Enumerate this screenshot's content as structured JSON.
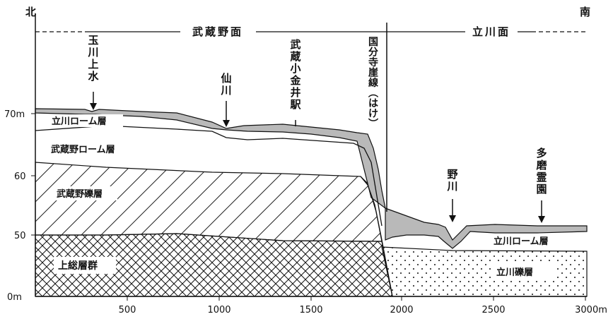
{
  "directions": {
    "north": "北",
    "south": "南"
  },
  "surfaces": {
    "musashino": "武蔵野面",
    "tachikawa": "立川面"
  },
  "scarp_label": "国分寺崖線（はけ）",
  "place_labels": {
    "tamagawa_josui": "玉川上水",
    "sengawa": "仙川",
    "musashi_koganei_station": "武蔵小金井駅",
    "nogawa": "野川",
    "tama_cemetery": "多磨霊園"
  },
  "layer_labels": {
    "tachikawa_loam_upper": "立川ローム層",
    "musashino_loam": "武蔵野ローム層",
    "musashino_gravel": "武蔵野礫層",
    "kazusa_group": "上総層群",
    "tachikawa_loam_lower": "立川ローム層",
    "tachikawa_gravel": "立川礫層"
  },
  "axes": {
    "x_ticks": [
      "500",
      "1000",
      "1500",
      "2000",
      "2500",
      "3000m"
    ],
    "y_ticks": [
      "70m",
      "60",
      "50",
      "0m"
    ]
  }
}
